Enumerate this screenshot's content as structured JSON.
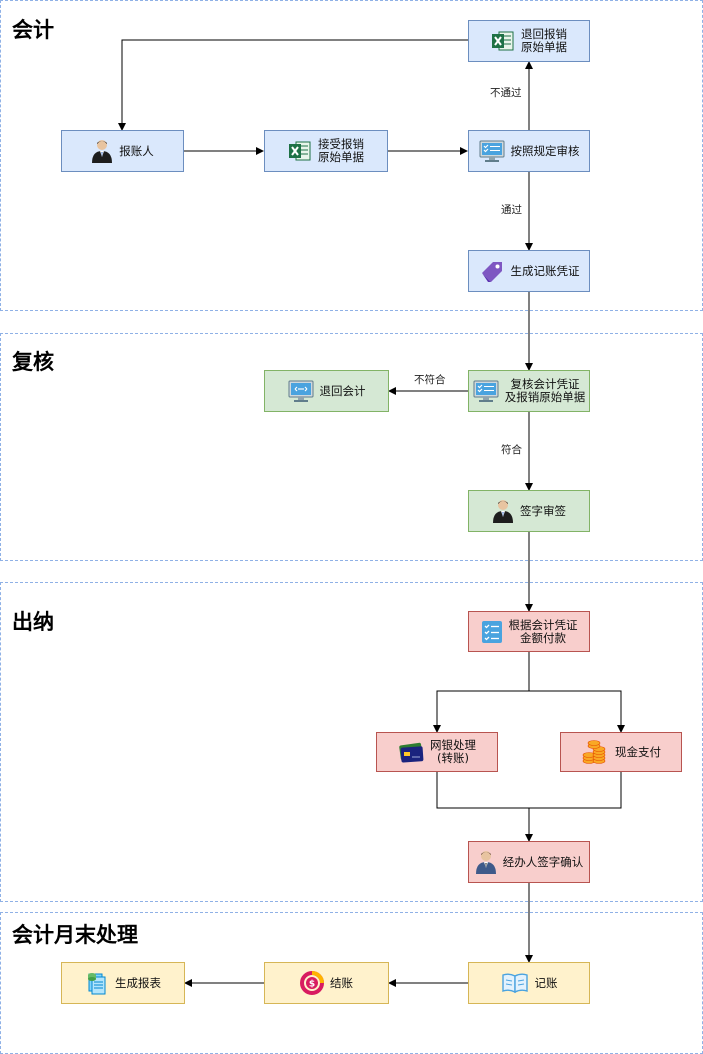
{
  "lanes": {
    "accounting": "会计",
    "review": "复核",
    "cashier": "出纳",
    "month_end": "会计月末处理"
  },
  "nodes": {
    "return_docs": "退回报销\n原始单据",
    "claimant": "报账人",
    "accept_docs": "接受报销\n原始单据",
    "audit": "按照规定审核",
    "gen_voucher": "生成记账凭证",
    "return_accountant": "退回会计",
    "recheck": "复核会计凭证\n及报销原始单据",
    "sign_review": "签字审签",
    "pay_by_voucher": "根据会计凭证\n金额付款",
    "online_banking": "网银处理\n(转账)",
    "cash_payment": "现金支付",
    "handler_confirm": "经办人签字确认",
    "bookkeeping": "记账",
    "closing": "结账",
    "gen_report": "生成报表"
  },
  "edge_labels": {
    "fail": "不通过",
    "pass": "通过",
    "not_match": "不符合",
    "match": "符合"
  },
  "icons": {
    "return_docs": "excel-icon",
    "claimant": "businessman-icon",
    "accept_docs": "excel-icon",
    "audit": "checklist-monitor-icon",
    "gen_voucher": "tag-icon",
    "return_accountant": "network-monitor-icon",
    "recheck": "checklist-monitor-icon",
    "sign_review": "businessman-icon",
    "pay_by_voucher": "checklist-icon",
    "online_banking": "bank-card-icon",
    "cash_payment": "coins-icon",
    "handler_confirm": "businessman-icon",
    "bookkeeping": "book-icon",
    "closing": "dollar-donut-icon",
    "gen_report": "report-stack-icon"
  },
  "colors": {
    "accounting_fill": "#dae8fc",
    "review_fill": "#d5e8d4",
    "cashier_fill": "#f8cecc",
    "month_end_fill": "#fff2cc",
    "lane_border": "#8fb1e6"
  }
}
